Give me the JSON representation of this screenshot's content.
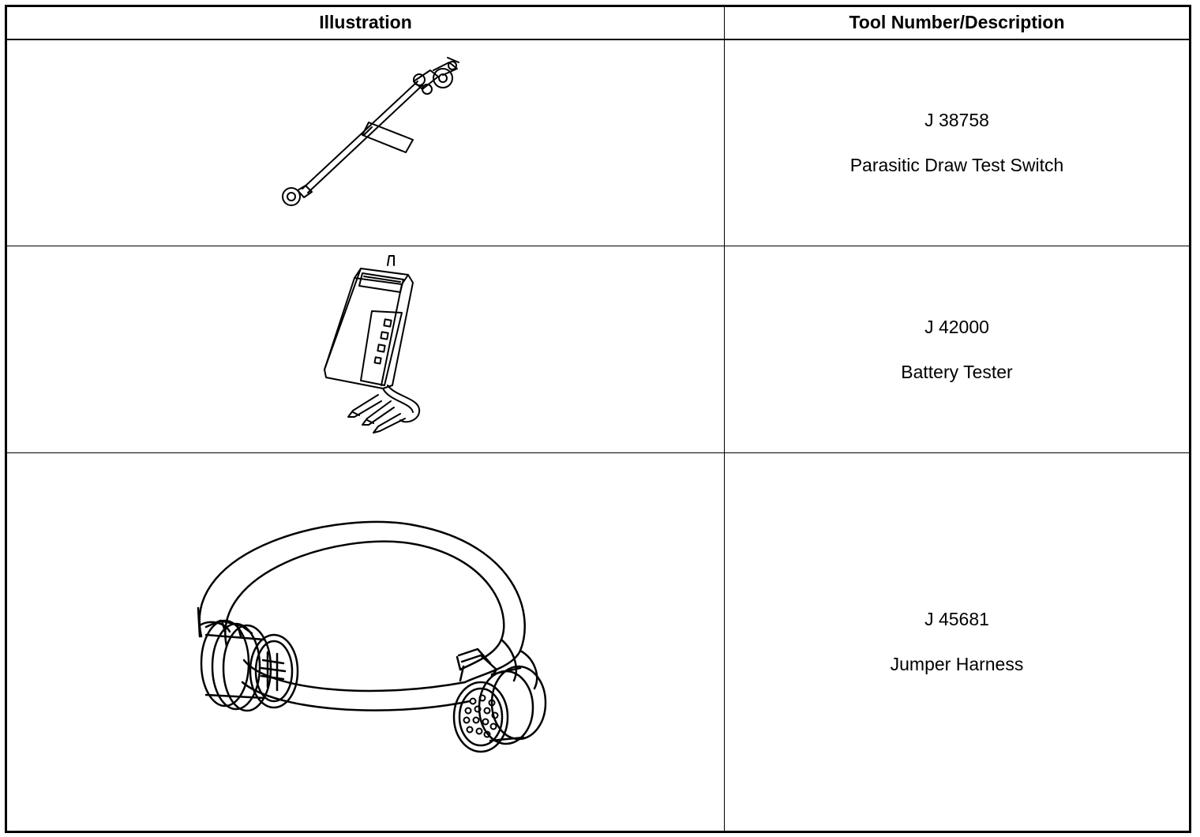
{
  "table": {
    "headers": {
      "illustration": "Illustration",
      "tool": "Tool Number/Description"
    },
    "rows": [
      {
        "tool_number": "J 38758",
        "description": "Parasitic Draw Test Switch",
        "illustration_icon": "parasitic-draw-switch-illustration"
      },
      {
        "tool_number": "J 42000",
        "description": "Battery Tester",
        "illustration_icon": "battery-tester-illustration"
      },
      {
        "tool_number": "J 45681",
        "description": "Jumper Harness",
        "illustration_icon": "jumper-harness-illustration"
      }
    ]
  },
  "colors": {
    "line": "#000000",
    "background": "#ffffff"
  }
}
